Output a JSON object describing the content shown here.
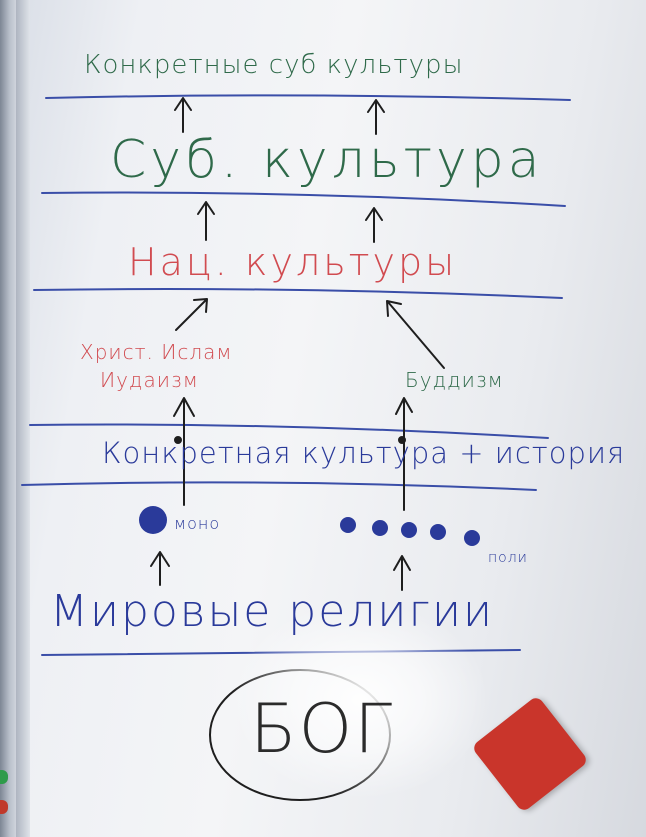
{
  "board": {
    "title_concrete_subcultures": "Конкретные суб культуры",
    "subculture": "Суб. культура",
    "national_cultures": "Нац. культуры",
    "religions_left_line1": "Христ. Ислам",
    "religions_left_line2": "Иудаизм",
    "buddhism": "Буддизм",
    "concrete_culture_history": "Конкретная культура + история",
    "mono_label": "моно",
    "poly_label": "поли",
    "world_religions": "Мировые религии",
    "god": "БОГ"
  },
  "colors": {
    "green": "#2f6a4a",
    "red": "#d14b50",
    "blue": "#2a3a9a",
    "line_blue": "#3a4ea8",
    "ink_dark": "#2b2b2b",
    "eraser": "#c9352b"
  }
}
